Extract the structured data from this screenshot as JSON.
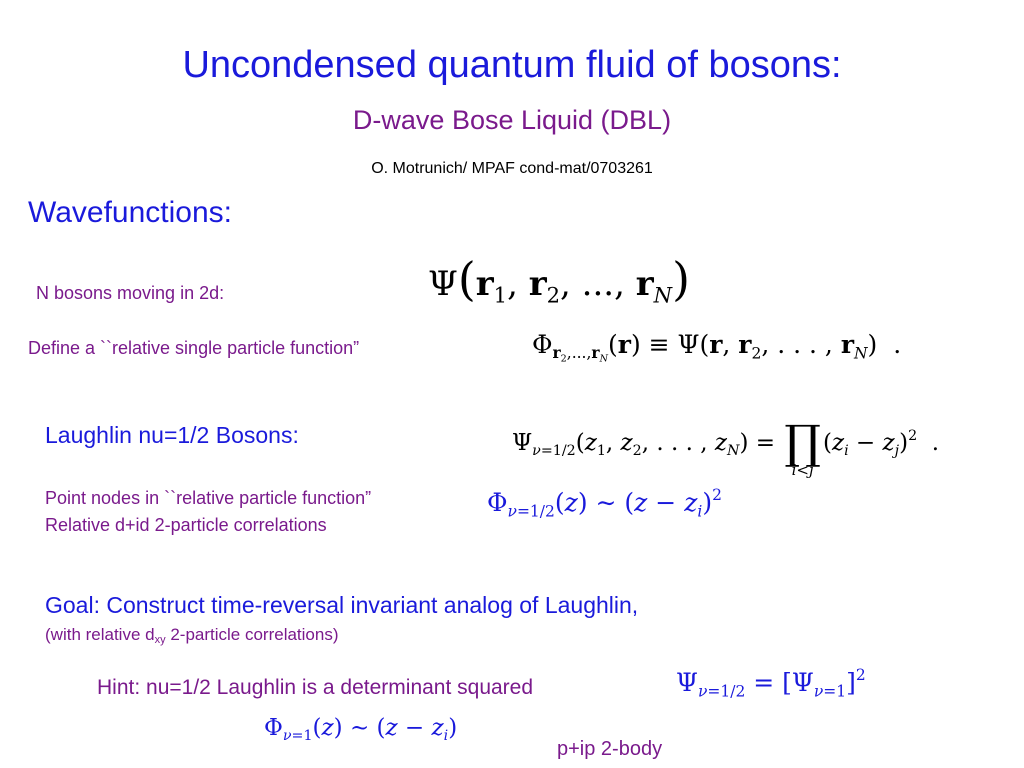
{
  "slide": {
    "title": "Uncondensed quantum fluid of bosons:",
    "subtitle": "D-wave Bose Liquid (DBL)",
    "citation": "O. Motrunich/ MPAF  cond-mat/0703261",
    "section_heading": "Wavefunctions:",
    "n_bosons_label": "N bosons moving in 2d:",
    "define_label": "Define a ``relative single particle function”",
    "laughlin_label": "Laughlin nu=1/2 Bosons:",
    "point_nodes_label": "Point nodes in ``relative particle function”",
    "relative_corr_label": "Relative d+id 2-particle correlations",
    "goal_label": "Goal: Construct time-reversal invariant analog of Laughlin,",
    "with_relative_prefix": "(with relative d",
    "with_relative_sub": "xy",
    "with_relative_suffix": " 2-particle correlations)",
    "hint_label": "Hint:  nu=1/2 Laughlin is a determinant squared",
    "pip_label": "p+ip 2-body"
  },
  "colors": {
    "title_blue": "#1a1adb",
    "subtitle_purple": "#7a1a8c",
    "text_black": "#000000"
  }
}
